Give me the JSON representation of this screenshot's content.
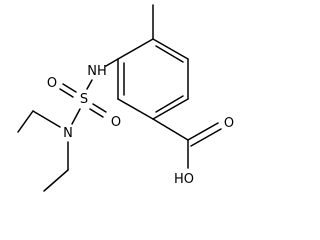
{
  "molecule": {
    "atoms": {
      "nh": "NH",
      "s": "S",
      "o_top": "O",
      "o_bottom": "O",
      "n": "N",
      "oh": "HO",
      "o_carbonyl": "O"
    }
  }
}
